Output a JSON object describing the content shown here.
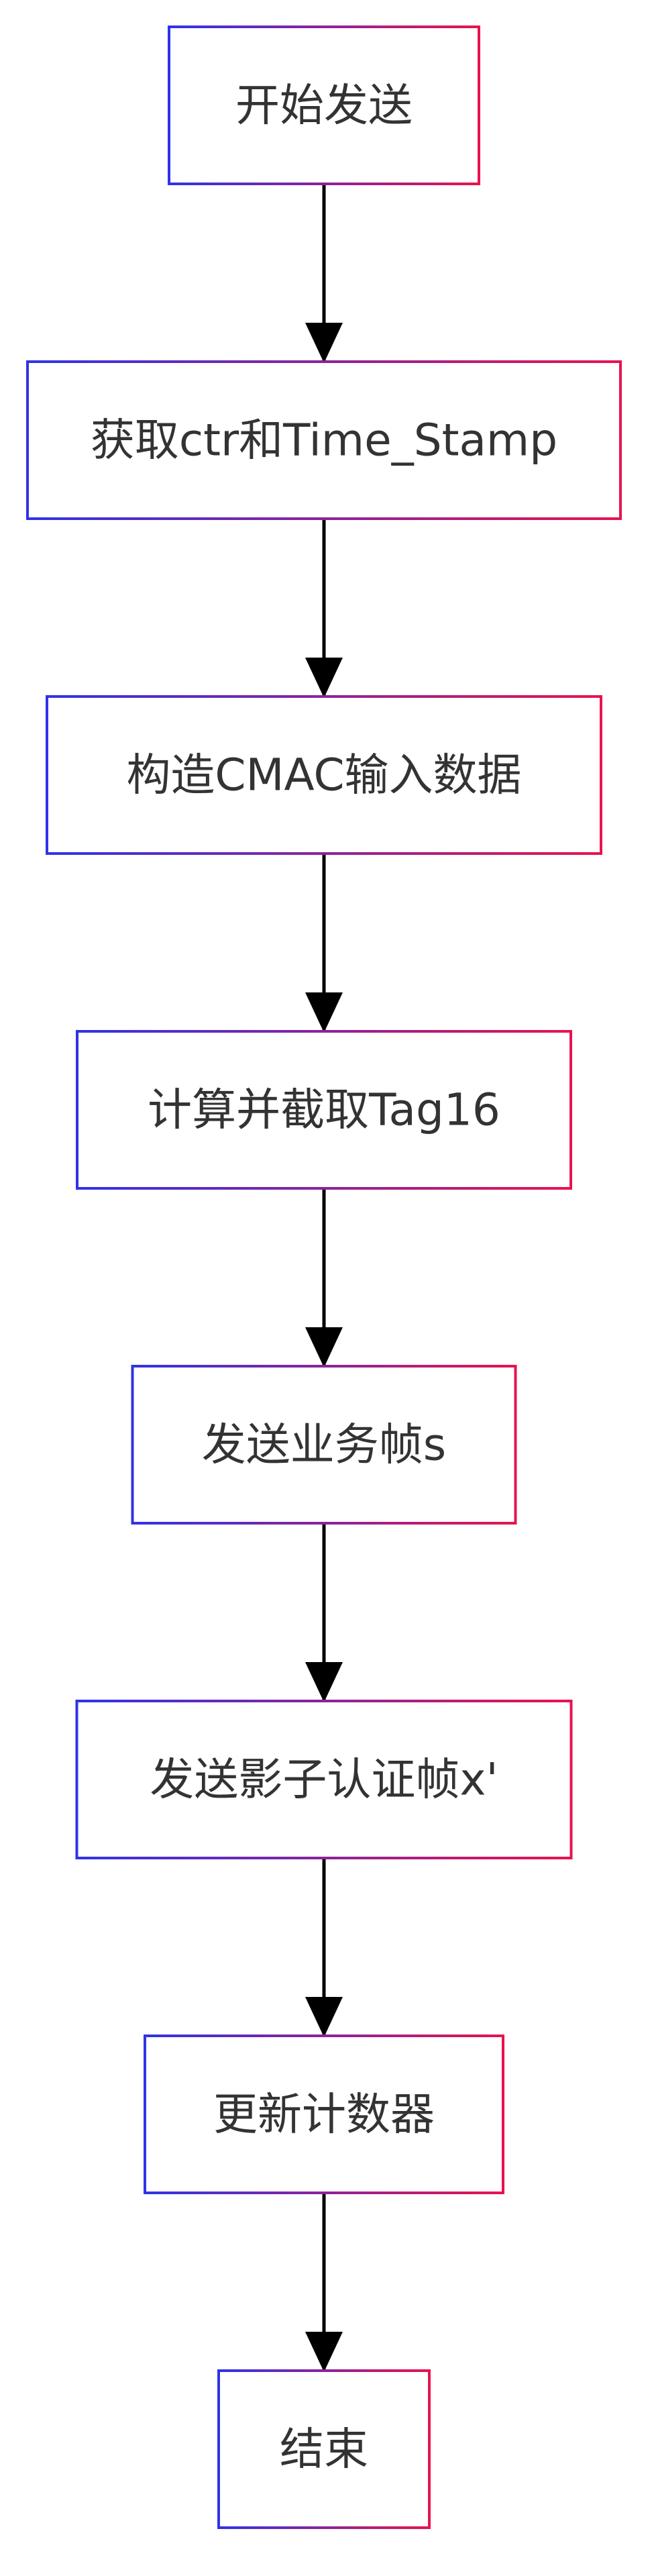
{
  "diagram": {
    "type": "flowchart",
    "direction": "top-to-bottom",
    "nodes": [
      {
        "id": "start",
        "label": "开始发送"
      },
      {
        "id": "get-ctr",
        "label": "获取ctr和Time_Stamp"
      },
      {
        "id": "build-cmac",
        "label": "构造CMAC输入数据"
      },
      {
        "id": "calc-tag",
        "label": "计算并截取Tag16"
      },
      {
        "id": "send-frame",
        "label": "发送业务帧s"
      },
      {
        "id": "send-auth",
        "label": "发送影子认证帧x'"
      },
      {
        "id": "update-counter",
        "label": "更新计数器"
      },
      {
        "id": "end",
        "label": "结束"
      }
    ],
    "edges": [
      {
        "from": "start",
        "to": "get-ctr"
      },
      {
        "from": "get-ctr",
        "to": "build-cmac"
      },
      {
        "from": "build-cmac",
        "to": "calc-tag"
      },
      {
        "from": "calc-tag",
        "to": "send-frame"
      },
      {
        "from": "send-frame",
        "to": "send-auth"
      },
      {
        "from": "send-auth",
        "to": "update-counter"
      },
      {
        "from": "update-counter",
        "to": "end"
      }
    ],
    "colors": {
      "border_start": "#2f33e8",
      "border_end": "#e8134e",
      "arrow": "#000000",
      "text": "#333333",
      "box_fill": "#ffffff"
    }
  }
}
